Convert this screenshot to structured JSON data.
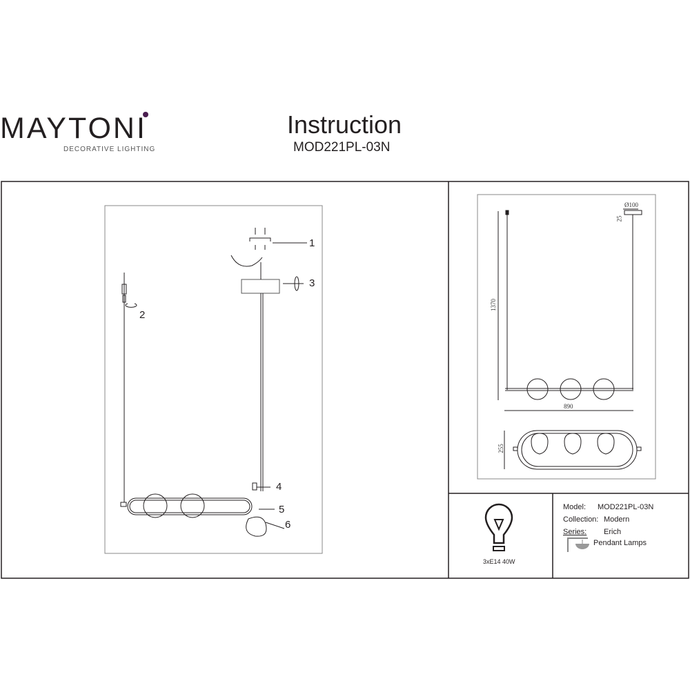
{
  "header": {
    "brand": "MAYTONI",
    "tagline": "DECORATIVE LIGHTING",
    "title": "Instruction",
    "model": "MOD221PL-03N"
  },
  "assembly": {
    "callouts": [
      "1",
      "2",
      "3",
      "4",
      "5",
      "6"
    ]
  },
  "dimensions": {
    "canopy_diameter": "Ø100",
    "canopy_height": "25",
    "height": "1370",
    "width": "890",
    "depth": "255"
  },
  "bulb": {
    "icon": "light-bulb-icon",
    "spec": "3xE14 40W"
  },
  "info": {
    "model_label": "Model:",
    "model_value": "MOD221PL-03N",
    "collection_label": "Collection:",
    "collection_value": "Modern",
    "series_label": "Series:",
    "series_value": "Erich",
    "type_icon": "pendant-lamp-icon",
    "type_value": "Pendant Lamps"
  },
  "colors": {
    "brand_accent": "#4a1d4f",
    "line": "#231f20"
  }
}
